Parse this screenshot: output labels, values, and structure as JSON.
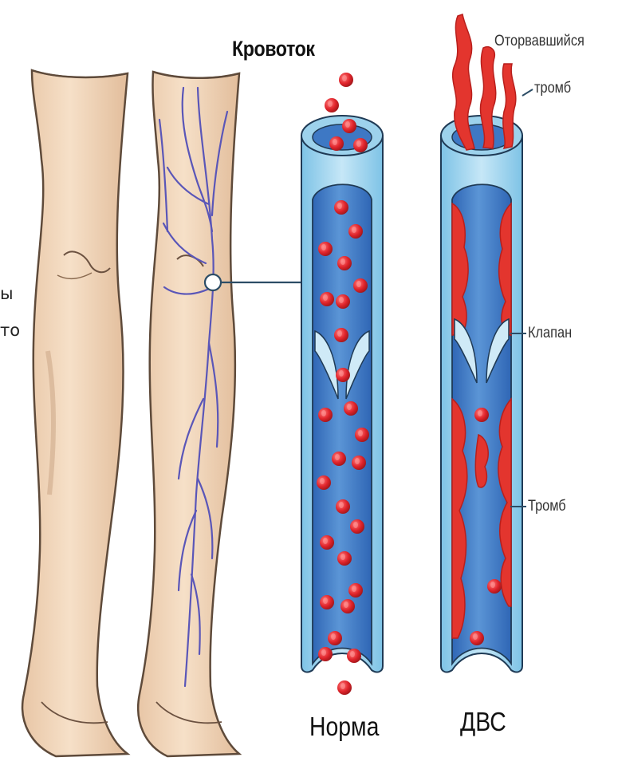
{
  "labels": {
    "blood_flow": "Кровоток",
    "detached_thrombus_1": "Оторвавшийся",
    "detached_thrombus_2": "тромб",
    "valve": "Клапан",
    "thrombus": "Тромб",
    "normal": "Норма",
    "dic": "ДВС",
    "cut_text_1": "ы",
    "cut_text_2": "то"
  },
  "colors": {
    "skin": "#f3d9bf",
    "skin_shadow": "#dcb896",
    "skin_outline": "#5e4a3a",
    "vein": "#5a56b8",
    "vessel_outer": "#a9d9ef",
    "vessel_lumen": "#3e78c4",
    "vessel_lumen_light": "#7fb3e4",
    "blood_cell": "#e0242b",
    "clot": "#e3352e",
    "clot_dark": "#b81f1c",
    "leader_line": "#2c4d66"
  }
}
